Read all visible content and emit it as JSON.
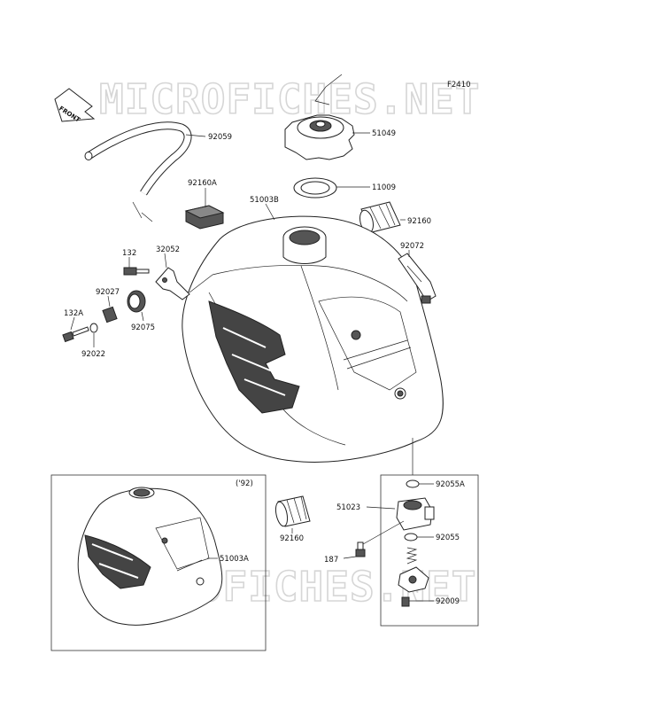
{
  "watermark": "MICROFICHES.NET",
  "figure_code": "F2410",
  "front_label": "FRONT",
  "inset_note": "('92)",
  "parts": {
    "p92059": "92059",
    "p51049": "51049",
    "p92160A": "92160A",
    "p51003B": "51003B",
    "p11009": "11009",
    "p92160_top": "92160",
    "p132": "132",
    "p32052": "32052",
    "p92072": "92072",
    "p92027": "92027",
    "p132A": "132A",
    "p92075": "92075",
    "p92022": "92022",
    "p92055A": "92055A",
    "p51023": "51023",
    "p92160_mid": "92160",
    "p92055": "92055",
    "p187": "187",
    "p92009": "92009",
    "p51003A": "51003A"
  }
}
